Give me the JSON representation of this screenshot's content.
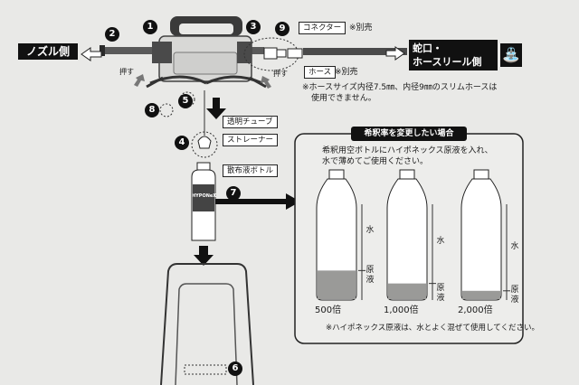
{
  "side_labels": {
    "nozzle": "ノズル側",
    "faucet_line1": "蛇口・",
    "faucet_line2": "ホースリール側"
  },
  "push_labels": [
    "押す",
    "押す"
  ],
  "callouts": {
    "connector": "コネクター",
    "connector_note": "※別売",
    "hose": "ホース",
    "hose_note": "※別売",
    "hose_size_note_1": "※ホースサイズ内径7.5㎜、内径9㎜のスリムホースは",
    "hose_size_note_2": "使用できません。",
    "clear_tube": "透明チューブ",
    "strainer": "ストレーナー",
    "spray_bottle": "散布液ボトル",
    "bottle_brand": "HYPONeX"
  },
  "numbers": [
    "1",
    "2",
    "3",
    "4",
    "5",
    "6",
    "7",
    "8",
    "9"
  ],
  "dilution_panel": {
    "title": "希釈率を変更したい場合",
    "desc_line1": "希釈用空ボトルにハイポネックス原液を入れ、",
    "desc_line2": "水で薄めてご使用ください。",
    "water_label": "水",
    "concentrate_label": "原液",
    "bottles": [
      {
        "ratio": "500倍",
        "concentrate_fraction": 0.32
      },
      {
        "ratio": "1,000倍",
        "concentrate_fraction": 0.18
      },
      {
        "ratio": "2,000倍",
        "concentrate_fraction": 0.1
      }
    ],
    "footer": "※ハイポネックス原液は、水とよく混ぜて使用してください。"
  }
}
